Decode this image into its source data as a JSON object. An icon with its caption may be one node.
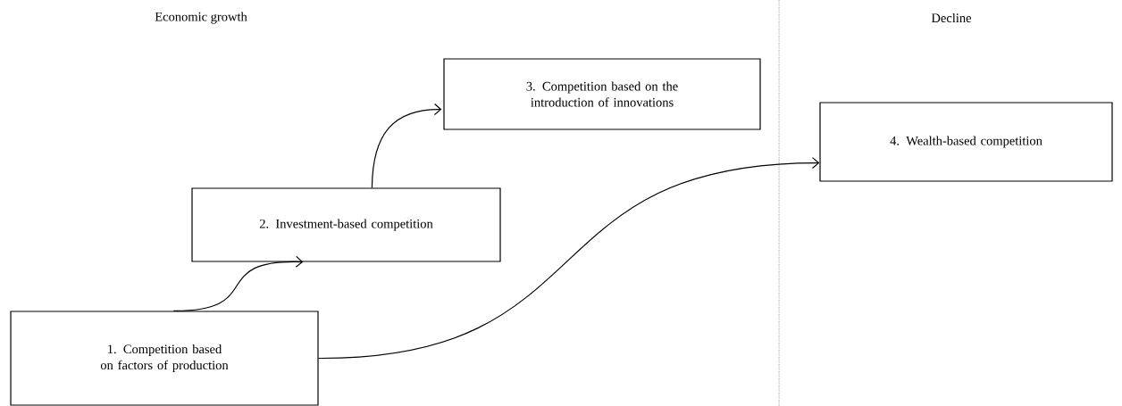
{
  "diagram": {
    "nodes": [
      {
        "text": [
          "1. Competition based on factors of production"
        ]
      },
      {
        "text": [
          "2. Investment-based competition"
        ]
      },
      {
        "text": [
          "3. Competition based on the introduction of innovations"
        ]
      },
      {
        "text": [
          "4. Wealth-based competition"
        ]
      }
    ],
    "edges": [
      {
        "from": 0,
        "to": 1,
        "arrow": "to"
      },
      {
        "from": 0,
        "to": 3,
        "arrow": "to"
      },
      {
        "from": 1,
        "to": 2,
        "arrow": "to"
      }
    ],
    "labels": [
      "Economic growth",
      "Decline"
    ]
  }
}
